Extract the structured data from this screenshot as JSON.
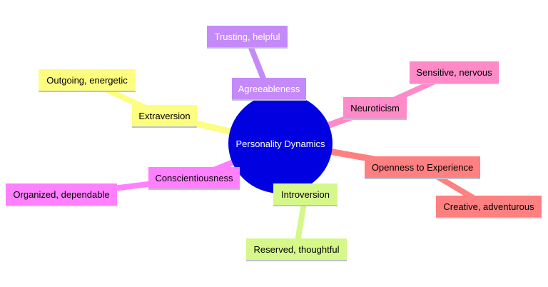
{
  "diagram": {
    "root": {
      "label": "Personality Dynamics",
      "color": "#0000e0",
      "text_color": "#ffffff"
    },
    "branches": [
      {
        "id": "agreeableness",
        "label": "Agreeableness",
        "color": "#c58af9",
        "text_color": "#ffffff",
        "child": {
          "label": "Trusting, helpful",
          "color": "#c58af9",
          "text_color": "#ffffff"
        }
      },
      {
        "id": "neuroticism",
        "label": "Neuroticism",
        "color": "#ff8ac8",
        "text_color": "#000000",
        "child": {
          "label": "Sensitive, nervous",
          "color": "#ff8ac8",
          "text_color": "#000000"
        }
      },
      {
        "id": "openness",
        "label": "Openness to Experience",
        "color": "#ff8080",
        "text_color": "#000000",
        "child": {
          "label": "Creative, adventurous",
          "color": "#ff8080",
          "text_color": "#000000"
        }
      },
      {
        "id": "introversion",
        "label": "Introversion",
        "color": "#d6f78a",
        "text_color": "#000000",
        "child": {
          "label": "Reserved, thoughtful",
          "color": "#d6f78a",
          "text_color": "#000000"
        }
      },
      {
        "id": "conscientiousness",
        "label": "Conscientiousness",
        "color": "#ff80ff",
        "text_color": "#000000",
        "child": {
          "label": "Organized, dependable",
          "color": "#ff80ff",
          "text_color": "#000000"
        }
      },
      {
        "id": "extraversion",
        "label": "Extraversion",
        "color": "#fdfd80",
        "text_color": "#000000",
        "child": {
          "label": "Outgoing, energetic",
          "color": "#fdfd80",
          "text_color": "#000000"
        }
      }
    ]
  }
}
